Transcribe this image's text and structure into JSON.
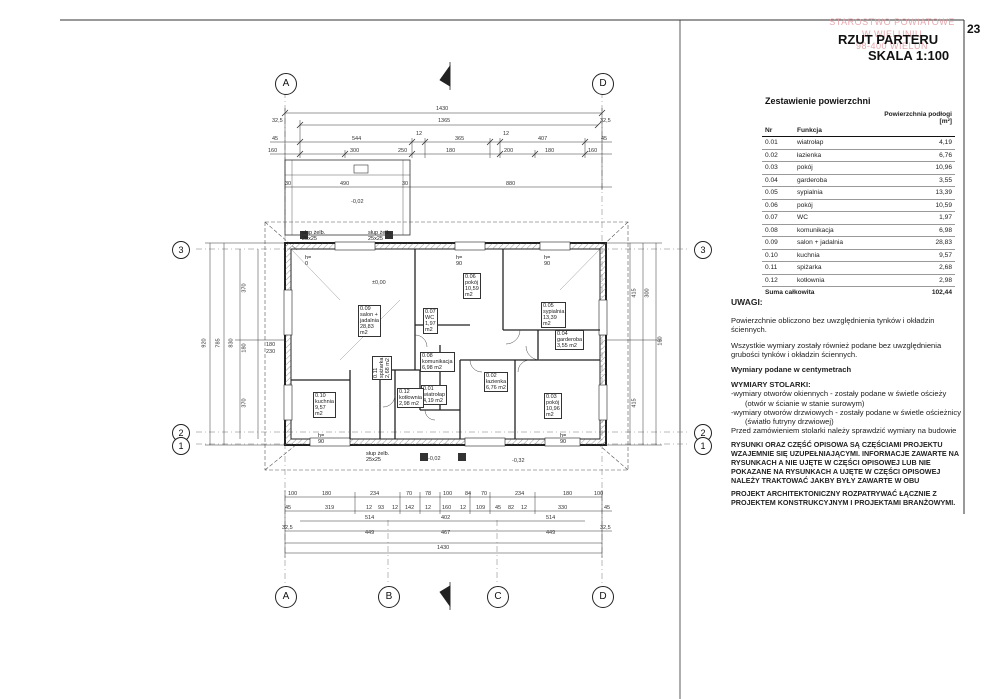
{
  "stamp": {
    "line1": "STAROSTWO POWIATOWE",
    "line2": "W WIELUNIU",
    "line3": "98-400 WIELUŃ"
  },
  "page_number": "23",
  "title": {
    "main": "RZUT PARTERU",
    "scale": "SKALA 1:100"
  },
  "area_table": {
    "title": "Zestawienie powierzchni",
    "col_nr": "Nr",
    "col_function": "Funkcja",
    "col_area": "Powierzchnia podłogi [m²]",
    "rows": [
      {
        "nr": "0.01",
        "name": "wiatrołap",
        "area": "4,19"
      },
      {
        "nr": "0.02",
        "name": "łazienka",
        "area": "6,76"
      },
      {
        "nr": "0.03",
        "name": "pokój",
        "area": "10,96"
      },
      {
        "nr": "0.04",
        "name": "garderoba",
        "area": "3,55"
      },
      {
        "nr": "0.05",
        "name": "sypialnia",
        "area": "13,39"
      },
      {
        "nr": "0.06",
        "name": "pokój",
        "area": "10,59"
      },
      {
        "nr": "0.07",
        "name": "WC",
        "area": "1,97"
      },
      {
        "nr": "0.08",
        "name": "komunikacja",
        "area": "6,98"
      },
      {
        "nr": "0.09",
        "name": "salon + jadalnia",
        "area": "28,83"
      },
      {
        "nr": "0.10",
        "name": "kuchnia",
        "area": "9,57"
      },
      {
        "nr": "0.11",
        "name": "spiżarka",
        "area": "2,68"
      },
      {
        "nr": "0.12",
        "name": "kotłownia",
        "area": "2,98"
      }
    ],
    "sum_label": "Suma całkowita",
    "sum_value": "102,44"
  },
  "notes": {
    "heading": "UWAGI:",
    "p1": "Powierzchnie obliczono bez uwzględnienia tynków i okładzin ściennych.",
    "p2": "Wszystkie wymiary zostały również podane bez uwzględnienia grubości tynków i okładzin ściennych.",
    "p3": "Wymiary podane w centymetrach",
    "stol_heading": "WYMIARY STOLARKI:",
    "stol1": "-wymiary otworów okiennych - zostały podane w świetle ościeży",
    "stol1b": "(otwór w ścianie w stanie surowym)",
    "stol2": "-wymiary otworów drzwiowych - zostały podane w świetle ościeżnicy",
    "stol2b": "(światło futryny drzwiowej)",
    "stol3": "Przed zamówieniem stolarki należy sprawdzić wymiary na budowie",
    "caps1": "RYSUNKI ORAZ CZĘŚĆ OPISOWA SĄ CZĘŚCIAMI PROJEKTU WZAJEMNIE SIĘ UZUPEŁNIAJĄCYMI. INFORMACJE ZAWARTE NA RYSUNKACH A NIE UJĘTE W CZĘŚCI OPISOWEJ LUB NIE POKAZANE NA RYSUNKACH A UJĘTE W CZĘŚCI OPISOWEJ NALEŻY TRAKTOWAĆ JAKBY BYŁY ZAWARTE W OBU",
    "caps2": "PROJEKT ARCHITEKTONICZNY ROZPATRYWAĆ ŁĄCZNIE Z PROJEKTEM KONSTRUKCYJNYM I PROJEKTAMI BRANŻOWYMI."
  },
  "axes": {
    "A": "A",
    "B": "B",
    "C": "C",
    "D": "D",
    "r1": "1",
    "r2": "2",
    "r3": "3"
  },
  "dims": {
    "total": "1430",
    "inner": "1365",
    "d325": "32,5",
    "d45": "45",
    "d544": "544",
    "d12": "12",
    "d365": "365",
    "d407": "407",
    "d160": "160",
    "d300": "300",
    "d250": "250",
    "d180": "180",
    "d200": "200",
    "d490": "490",
    "d30": "30",
    "d880": "880",
    "level1": "-0,02",
    "level2": "±0,00",
    "level3": "-0,32",
    "b_d100": "100",
    "b_d234": "234",
    "b_d70": "70",
    "b_d78": "78",
    "b_d84": "84",
    "b_d319": "319",
    "b_d93": "93",
    "b_d142": "142",
    "b_d109": "109",
    "b_d82": "82",
    "b_d330": "330",
    "b_d514": "514",
    "b_d449": "449",
    "b_d402": "402",
    "b_d467": "467",
    "l920": "920",
    "l785": "785",
    "l830": "830",
    "l370": "370",
    "l180": "180",
    "l230": "230",
    "r415": "415",
    "r300": "300",
    "r160": "160"
  },
  "rooms": {
    "r01": "0.01 wiatrołap",
    "r01a": "4,19 m2",
    "r02": "0.02 łazienka",
    "r02a": "6,76 m2",
    "r03": "0.03 pokój",
    "r03a": "10,96 m2",
    "r04": "0.04 garderoba",
    "r04a": "3,55 m2",
    "r05": "0.05 sypialnia",
    "r05a": "13,39 m2",
    "r06": "0.06 pokój",
    "r06a": "10,59 m2",
    "r07": "0.07 WC",
    "r07a": "1,97 m2",
    "r08": "0.08 komunikacja",
    "r08a": "6,98 m2",
    "r09": "0.09 salon + jadalnia",
    "r09a": "28,83 m2",
    "r10": "0.10 kuchnia",
    "r10a": "9,57 m2",
    "r11": "0.11 spiżarka",
    "r11a": "2,68 m2",
    "r12": "0.12 kotłownia",
    "r12a": "2,98 m2",
    "hlab": "h= 90",
    "h0": "h= 0",
    "slup": "słup żelb. 25x25"
  }
}
